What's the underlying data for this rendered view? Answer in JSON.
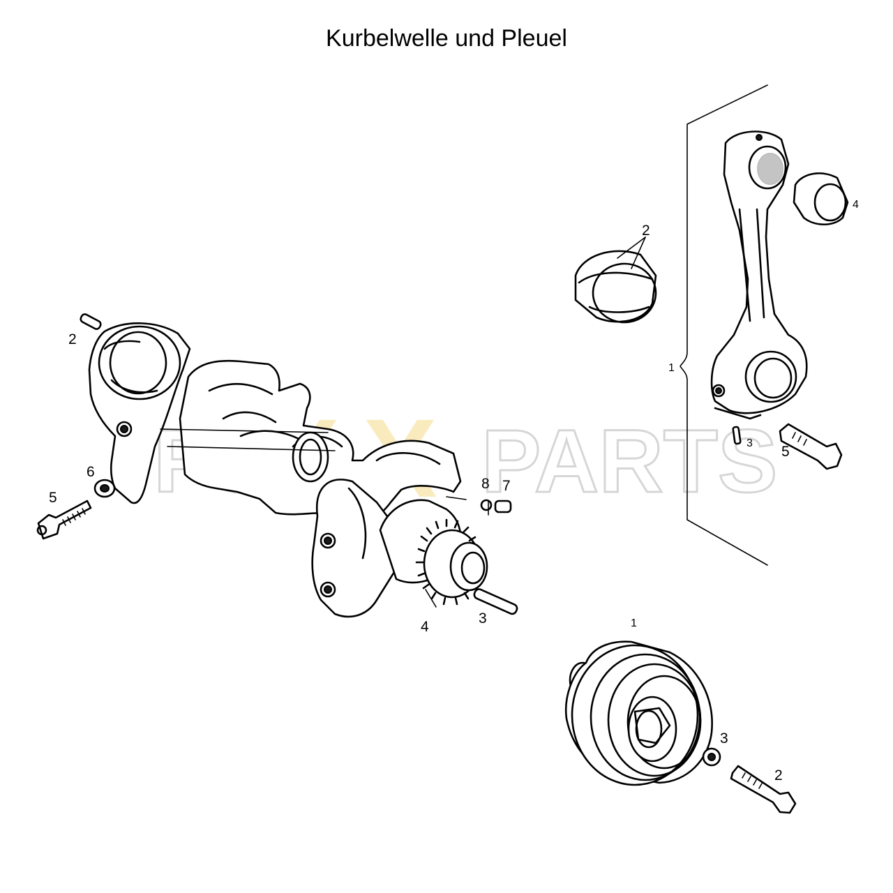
{
  "title": "Kurbelwelle und Pleuel",
  "watermark": {
    "left": "FU",
    "x1": "X",
    "x2": "X",
    "right": "PARTS"
  },
  "crankshaft_labels": {
    "pin": "2",
    "bolt": "5",
    "washer": "6",
    "ring": "8",
    "sleeve": "7",
    "gear": "4",
    "pin_dowel": "3"
  },
  "conrod_labels": {
    "assembly": "1",
    "bearing_shells": "2",
    "bolt_small": "3",
    "bushing": "4",
    "bolt": "5"
  },
  "pulley_labels": {
    "pulley": "1",
    "bolt": "2",
    "washer": "3"
  }
}
